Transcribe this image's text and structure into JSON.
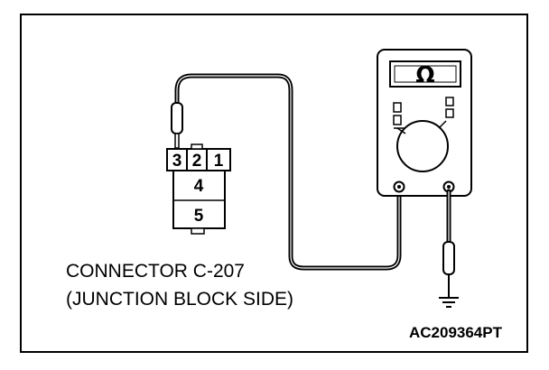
{
  "connector": {
    "caption_line1": "CONNECTOR C-207",
    "caption_line2": "(JUNCTION BLOCK SIDE)",
    "terminals_top": [
      "3",
      "2",
      "1"
    ],
    "terminals_lower": [
      "4",
      "5"
    ]
  },
  "meter": {
    "display_symbol": "Ω"
  },
  "figure_code": "AC209364PT",
  "colors": {
    "line": "#000000",
    "background": "#ffffff"
  },
  "icons": {
    "ground": "ground-symbol-icon",
    "probe": "test-probe-icon",
    "meter": "multimeter-icon"
  }
}
